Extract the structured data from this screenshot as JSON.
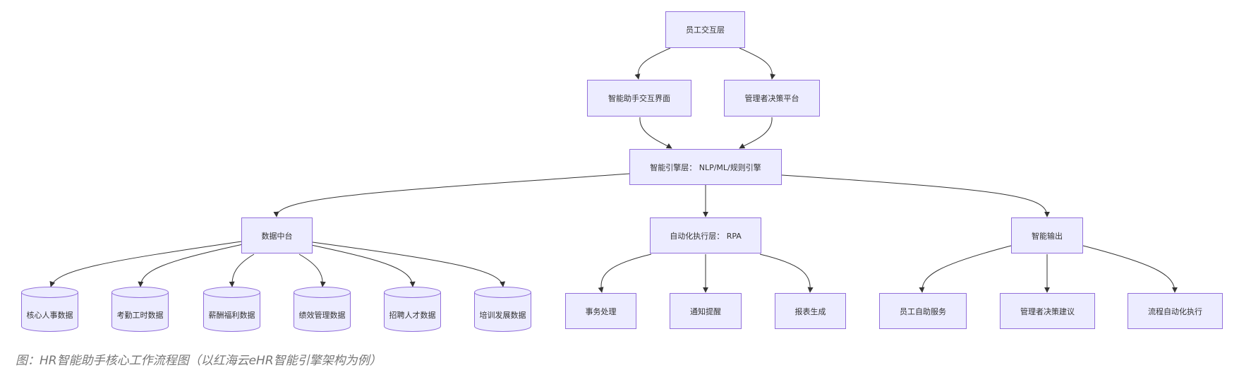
{
  "nodes": {
    "employee_layer": "员工交互层",
    "assistant_ui": "智能助手交互界面",
    "manager_platform": "管理者决策平台",
    "engine_layer": "智能引擎层： NLP/ML/规则引擎",
    "data_platform": "数据中台",
    "rpa_layer": "自动化执行层： RPA",
    "smart_output": "智能输出",
    "core_hr_data": "核心人事数据",
    "attendance_data": "考勤工时数据",
    "payroll_data": "薪酬福利数据",
    "performance_data": "绩效管理数据",
    "recruitment_data": "招聘人才数据",
    "training_data": "培训发展数据",
    "task_processing": "事务处理",
    "notification": "通知提醒",
    "report_generation": "报表生成",
    "self_service": "员工自助服务",
    "manager_advice": "管理者决策建议",
    "process_automation": "流程自动化执行"
  },
  "caption": "图：HR智能助手核心工作流程图（以红海云eHR智能引擎架构为例）",
  "colors": {
    "node_fill": "#ececff",
    "node_border": "#9370db",
    "edge": "#333333",
    "caption": "#777777"
  }
}
